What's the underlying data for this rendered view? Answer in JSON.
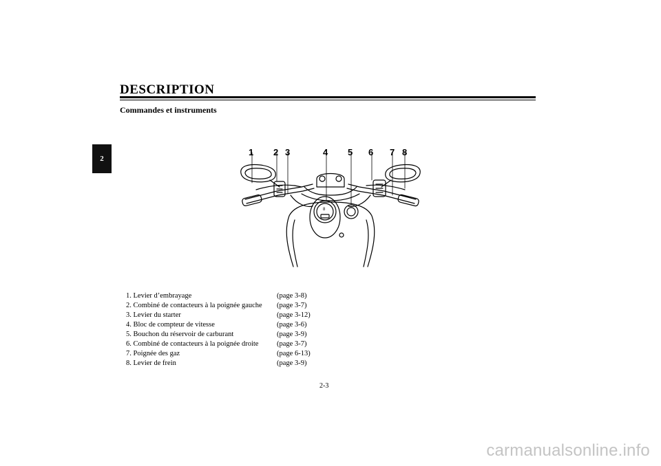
{
  "header": {
    "title": "DESCRIPTION"
  },
  "section": {
    "heading": "Commandes et instruments"
  },
  "chapter_tab": {
    "label": "2"
  },
  "illustration": {
    "callouts": [
      "1",
      "2",
      "3",
      "4",
      "5",
      "6",
      "7",
      "8"
    ],
    "speedometer_text": "8"
  },
  "legend": [
    {
      "label": "1. Levier d’embrayage",
      "page": "(page 3-8)"
    },
    {
      "label": "2. Combiné de contacteurs à la poignée gauche",
      "page": "(page 3-7)"
    },
    {
      "label": "3. Levier du starter",
      "page": "(page 3-12)"
    },
    {
      "label": "4. Bloc de compteur de vitesse",
      "page": "(page 3-6)"
    },
    {
      "label": "5. Bouchon du réservoir de carburant",
      "page": "(page 3-9)"
    },
    {
      "label": "6. Combiné de contacteurs à la poignée droite",
      "page": "(page 3-7)"
    },
    {
      "label": "7. Poignée des gaz",
      "page": "(page 6-13)"
    },
    {
      "label": "8. Levier de frein",
      "page": "(page 3-9)"
    }
  ],
  "footer": {
    "page_number": "2-3"
  },
  "watermark": {
    "text": "carmanualsonline.info"
  }
}
